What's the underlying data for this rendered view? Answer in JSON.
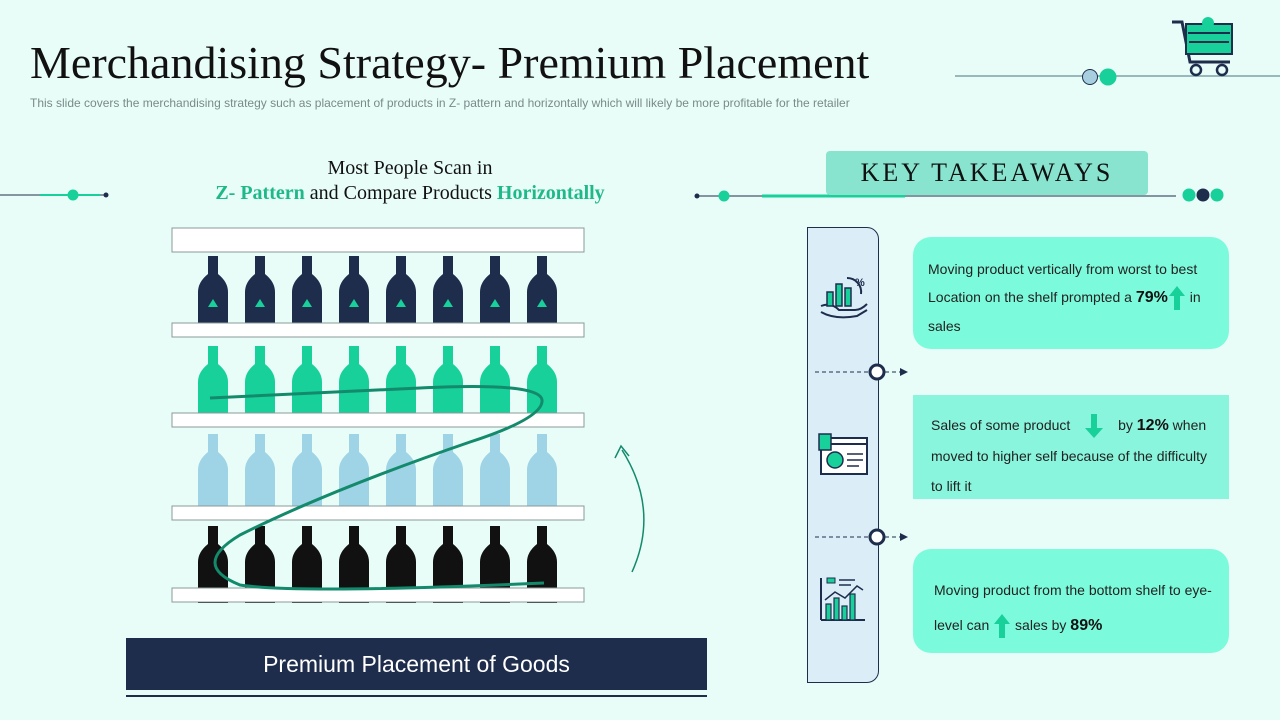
{
  "title": "Merchandising Strategy- Premium Placement",
  "subtitle": "This slide covers the merchandising strategy such as placement of products in Z- pattern and horizontally which will likely be more profitable for the retailer",
  "heading": {
    "line1": "Most People Scan in",
    "hl1": "Z- Pattern",
    "mid": " and Compare Products ",
    "hl2": "Horizontally"
  },
  "key_takeaways": "KEY TAKEAWAYS",
  "footer": "Premium Placement of Goods",
  "cards": {
    "c1": {
      "t1": "Moving product vertically from worst to best Location on the shelf prompted a ",
      "pct": "79%",
      "t2": " in sales"
    },
    "c2": {
      "t1": "Sales of some product ",
      "t2": " by ",
      "pct": "12%",
      "t3": " when moved to higher self because of the difficulty to lift it"
    },
    "c3": {
      "t1": "Moving product from the bottom shelf to eye- level can ",
      "t2": " sales by ",
      "pct": "89%"
    }
  },
  "colors": {
    "navy": "#1f2d4d",
    "green": "#18d09a",
    "light_blue": "#9fd3e6",
    "black": "#111111",
    "teal_line": "#138a6c",
    "card": "#7cfbdc"
  },
  "icons": [
    "shopping-cart-icon",
    "chart-hand-icon",
    "report-chart-icon",
    "bar-line-chart-icon",
    "arrow-up-icon",
    "arrow-down-icon"
  ]
}
